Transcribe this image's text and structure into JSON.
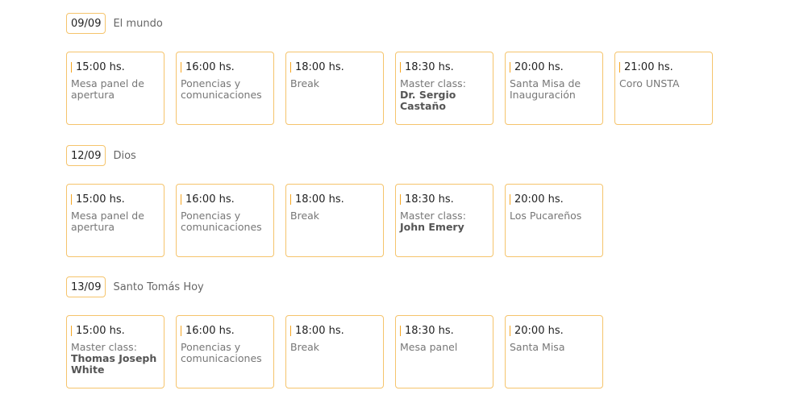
{
  "sections": [
    {
      "date": "09/09",
      "title": "El mundo",
      "events": [
        {
          "time": "15:00 hs.",
          "desc": "Mesa panel de apertura",
          "speaker": ""
        },
        {
          "time": "16:00 hs.",
          "desc": "Ponencias y comunicaciones",
          "speaker": ""
        },
        {
          "time": "18:00 hs.",
          "desc": "Break",
          "speaker": ""
        },
        {
          "time": "18:30 hs.",
          "desc": "Master class:",
          "speaker": "Dr. Sergio Castaño"
        },
        {
          "time": "20:00 hs.",
          "desc": "Santa Misa de Inauguración",
          "speaker": ""
        },
        {
          "time": "21:00 hs.",
          "desc": "Coro UNSTA",
          "speaker": ""
        }
      ]
    },
    {
      "date": "12/09",
      "title": "Dios",
      "events": [
        {
          "time": "15:00 hs.",
          "desc": "Mesa panel de apertura",
          "speaker": ""
        },
        {
          "time": "16:00 hs.",
          "desc": "Ponencias y comunicaciones",
          "speaker": ""
        },
        {
          "time": "18:00 hs.",
          "desc": "Break",
          "speaker": ""
        },
        {
          "time": "18:30 hs.",
          "desc": "Master class:",
          "speaker": "John Emery"
        },
        {
          "time": "20:00 hs.",
          "desc": "Los Pucareños",
          "speaker": ""
        }
      ]
    },
    {
      "date": "13/09",
      "title": "Santo Tomás Hoy",
      "events": [
        {
          "time": "15:00 hs.",
          "desc": "Master class:",
          "speaker": "Thomas Joseph White"
        },
        {
          "time": "16:00 hs.",
          "desc": "Ponencias y comunicaciones",
          "speaker": ""
        },
        {
          "time": "18:00 hs.",
          "desc": "Break",
          "speaker": ""
        },
        {
          "time": "18:30 hs.",
          "desc": "Mesa panel",
          "speaker": ""
        },
        {
          "time": "20:00 hs.",
          "desc": "Santa Misa",
          "speaker": ""
        }
      ]
    }
  ]
}
